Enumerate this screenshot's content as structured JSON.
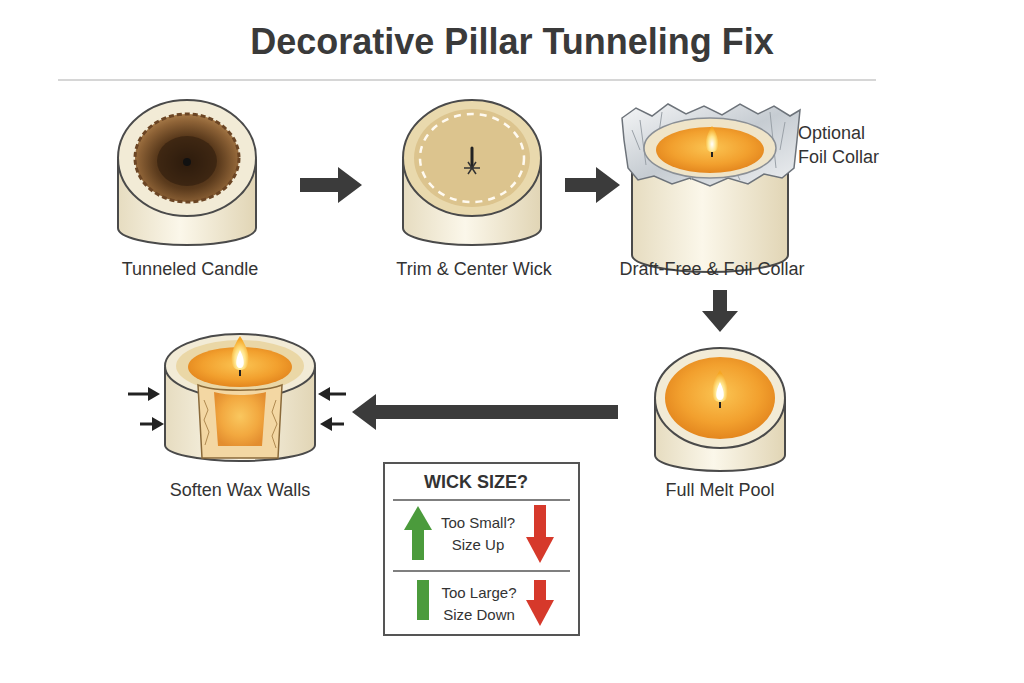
{
  "diagram": {
    "title": "Decorative Pillar Tunneling Fix",
    "nodes": [
      {
        "text": [
          "Tunneled Candle"
        ]
      },
      {
        "text": [
          "Trim & Center Wick"
        ]
      },
      {
        "text": [
          "Draft-Free & Foil Collar"
        ]
      },
      {
        "text": [
          "Full Melt Pool"
        ]
      },
      {
        "text": [
          "Soften Wax Walls"
        ]
      },
      {
        "text": [
          "WICK SIZE?",
          "Too Small? Size Up",
          "Too Large? Size Down"
        ]
      }
    ],
    "edges": [
      {
        "from": 0,
        "to": 1,
        "arrow": "to"
      },
      {
        "from": 1,
        "to": 2,
        "arrow": "to"
      },
      {
        "from": 2,
        "to": 3,
        "arrow": "to"
      },
      {
        "from": 3,
        "to": 4,
        "arrow": "to"
      }
    ],
    "labels": [
      "Optional Foil Collar"
    ]
  }
}
